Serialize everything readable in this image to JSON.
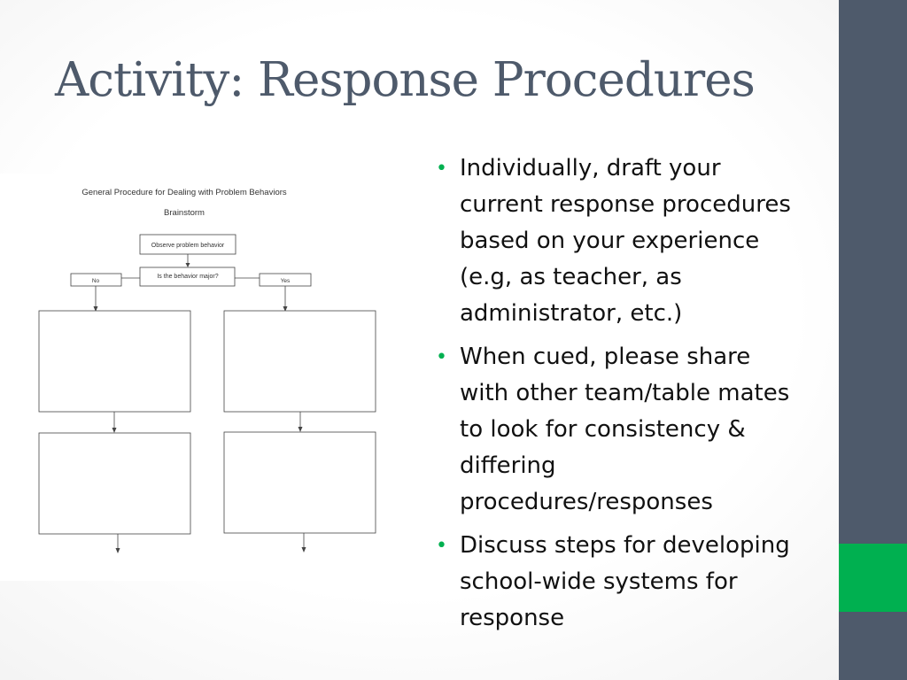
{
  "slide": {
    "title": "Activity: Response Procedures",
    "bullets": [
      "Individually, draft your current response procedures based on your experience (e.g, as teacher, as administrator, etc.)",
      "When cued, please share with other team/table mates to look for consistency & differing procedures/responses",
      "Discuss steps for developing school-wide systems for response"
    ]
  },
  "flowchart": {
    "title": "General Procedure for Dealing with Problem Behaviors",
    "subtitle": "Brainstorm",
    "observe_label": "Observe problem behavior",
    "question_label": "Is the behavior major?",
    "no_label": "No",
    "yes_label": "Yes"
  },
  "colors": {
    "title": "#4e5a6b",
    "sidebar": "#4e5a6b",
    "accent": "#00b050",
    "bullet": "#00b050"
  }
}
